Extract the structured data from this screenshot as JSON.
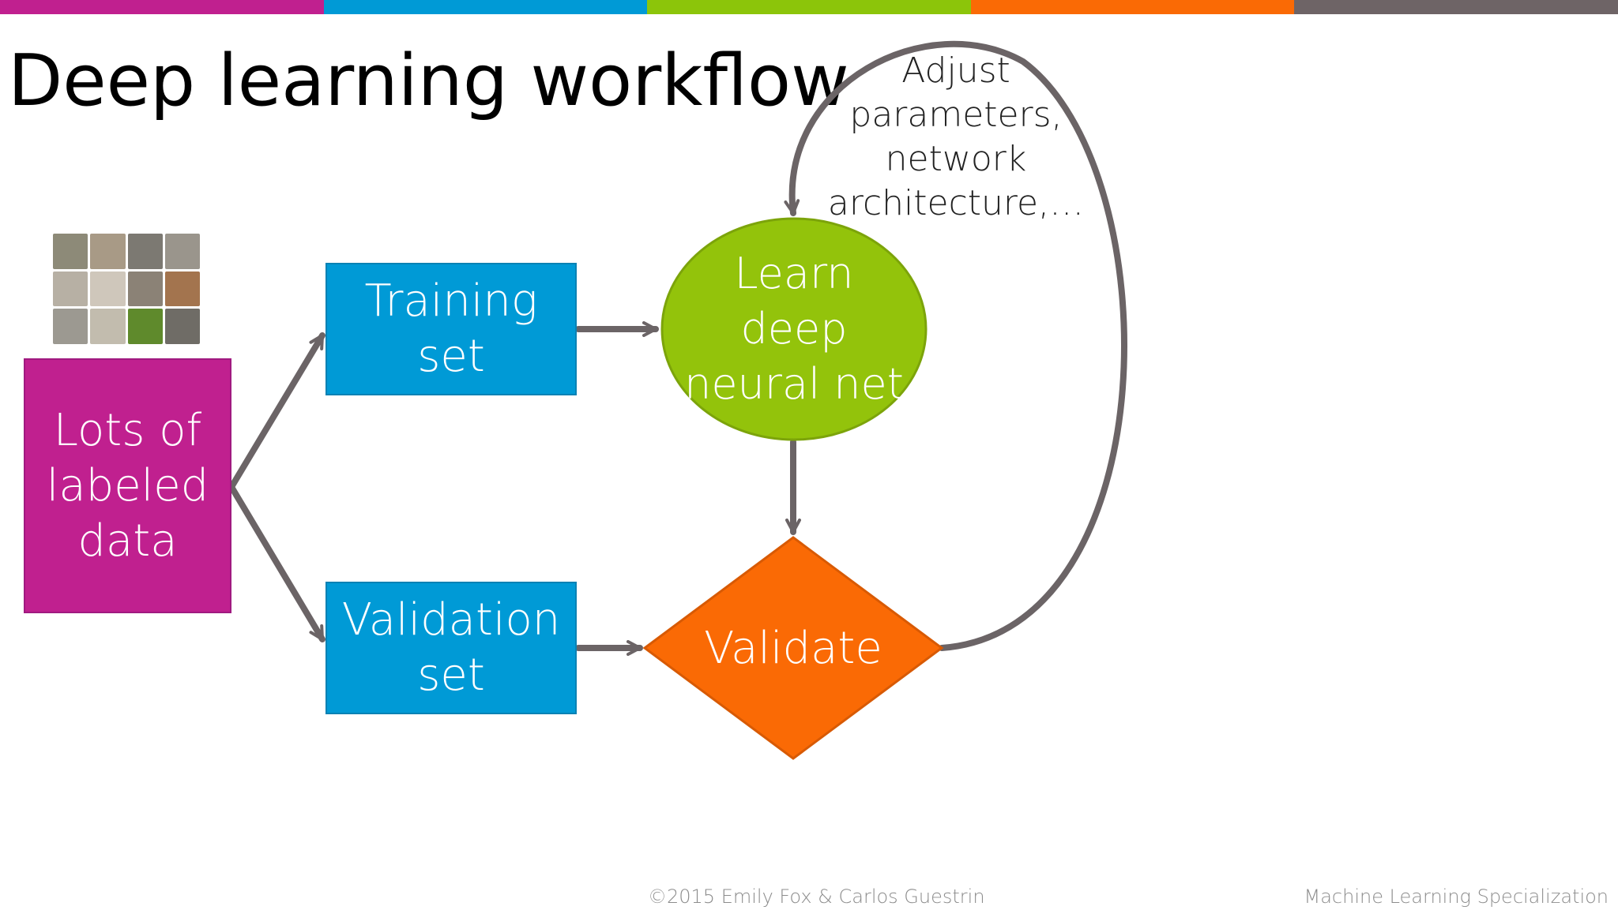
{
  "slide": {
    "title": "Deep learning workflow",
    "top_bar_colors": [
      "#c0208f",
      "#009ad6",
      "#8cc50a",
      "#fa6a05",
      "#6e6466"
    ]
  },
  "nodes": {
    "data": {
      "label": "Lots of\nlabeled\ndata",
      "color": "#c0208f"
    },
    "training": {
      "label": "Training\nset",
      "color": "#009ad6"
    },
    "validation": {
      "label": "Validation\nset",
      "color": "#009ad6"
    },
    "learn": {
      "label": "Learn\ndeep\nneural net",
      "color": "#93c30b"
    },
    "validate": {
      "label": "Validate",
      "color": "#fa6a05"
    }
  },
  "loop": {
    "label": "Adjust\nparameters,\nnetwork\narchitecture,…"
  },
  "arrow_color": "#6b6466",
  "images": {
    "thumbnails_icon": "cat-photo-grid-icon"
  },
  "footer": {
    "credit": "©2015 Emily Fox & Carlos Guestrin",
    "course": "Machine Learning Specialization"
  }
}
